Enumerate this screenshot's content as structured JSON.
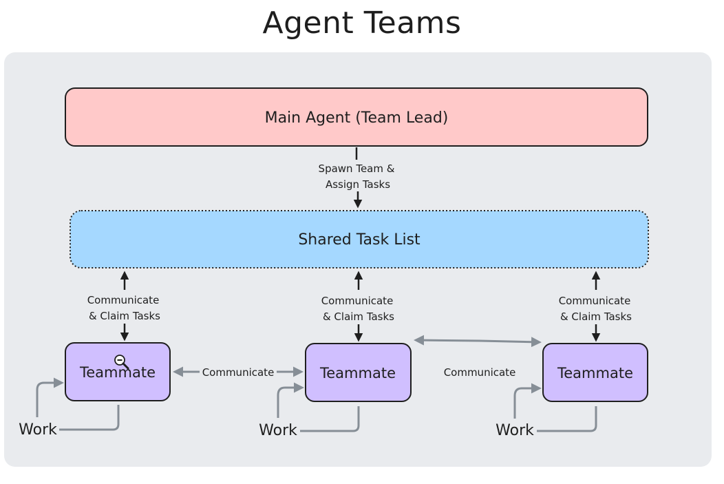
{
  "title": "Agent Teams",
  "nodes": {
    "main_agent": "Main Agent (Team Lead)",
    "shared_task_list": "Shared Task List",
    "teammate_1": "Teammate",
    "teammate_2": "Teammate",
    "teammate_3": "Teammate"
  },
  "edges": {
    "spawn_line1": "Spawn Team &",
    "spawn_line2": "Assign Tasks",
    "claim_1_line1": "Communicate",
    "claim_1_line2": "& Claim Tasks",
    "claim_2_line1": "Communicate",
    "claim_2_line2": "& Claim Tasks",
    "claim_3_line1": "Communicate",
    "claim_3_line2": "& Claim Tasks",
    "communicate_12": "Communicate",
    "communicate_23": "Communicate",
    "work_1": "Work",
    "work_2": "Work",
    "work_3": "Work"
  },
  "colors": {
    "main_agent_fill": "#ffc9c9",
    "task_list_fill": "#a5d8ff",
    "teammate_fill": "#d0bfff",
    "canvas_bg": "#e9ebee",
    "stroke": "#1e1e1e",
    "grey_arrow": "#868e96"
  },
  "icons": {
    "cursor": "zoom-out-cursor-icon"
  }
}
